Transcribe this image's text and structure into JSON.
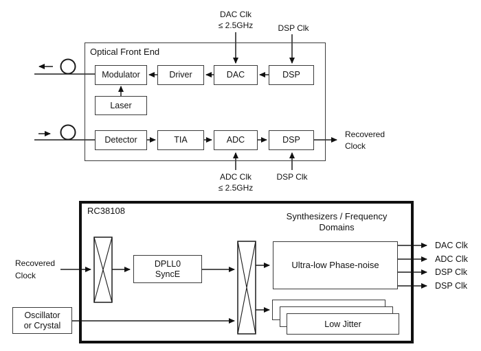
{
  "colors": {
    "line": "#1a1a1a",
    "box_border": "#3a3a3a",
    "thick_border": "#101010",
    "background": "#ffffff"
  },
  "optical_front_end": {
    "title": "Optical Front End",
    "blocks": {
      "modulator": "Modulator",
      "driver": "Driver",
      "dac": "DAC",
      "dsp_tx": "DSP",
      "laser": "Laser",
      "detector": "Detector",
      "tia": "TIA",
      "adc": "ADC",
      "dsp_rx": "DSP"
    },
    "clocks": {
      "dac_clk_line1": "DAC Clk",
      "dac_clk_line2": "≤ 2.5GHz",
      "dsp_clk_top": "DSP Clk",
      "adc_clk_line1": "ADC Clk",
      "adc_clk_line2": "≤ 2.5GHz",
      "dsp_clk_bottom": "DSP Clk"
    },
    "recovered_clock_out_line1": "Recovered",
    "recovered_clock_out_line2": "Clock"
  },
  "clock_generator": {
    "part_number": "RC38108",
    "heading_line1": "Synthesizers / Frequency",
    "heading_line2": "Domains",
    "recovered_clock_in_line1": "Recovered",
    "recovered_clock_in_line2": "Clock",
    "oscillator_line1": "Oscillator",
    "oscillator_line2": "or Crystal",
    "dpll_line1": "DPLL0",
    "dpll_line2": "SyncE",
    "ultra_low_phase_noise": "Ultra-low Phase-noise",
    "low_jitter": "Low Jitter",
    "outputs": [
      "DAC Clk",
      "ADC Clk",
      "DSP Clk",
      "DSP Clk"
    ]
  }
}
